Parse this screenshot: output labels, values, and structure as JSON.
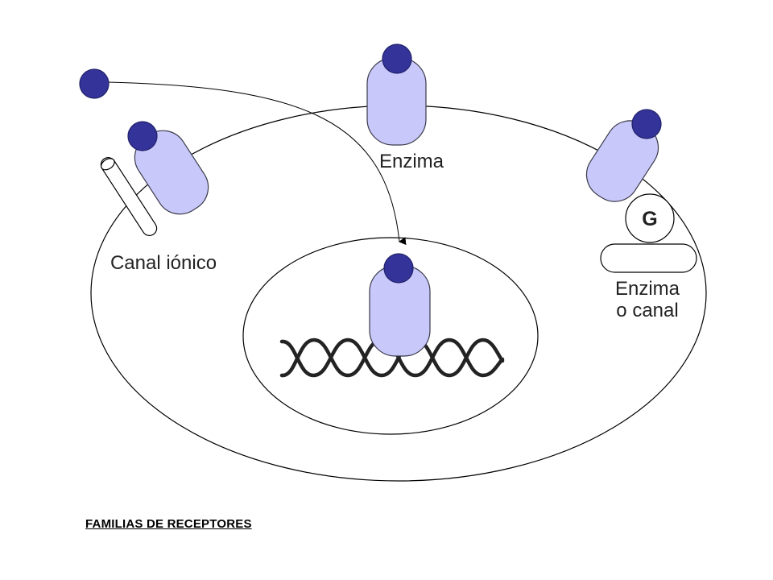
{
  "labels": {
    "enzyme_top": "Enzima",
    "ion_channel": "Canal iónico",
    "g_protein": "G",
    "enzyme_or_channel_line1": "Enzima",
    "enzyme_or_channel_line2": "o canal"
  },
  "footer": {
    "title": "FAMILIAS DE RECEPTORES"
  },
  "colors": {
    "receptor_fill": "#c8c8fa",
    "receptor_stroke": "#3a3a4a",
    "ligand_fill": "#333399",
    "line": "#000000"
  }
}
